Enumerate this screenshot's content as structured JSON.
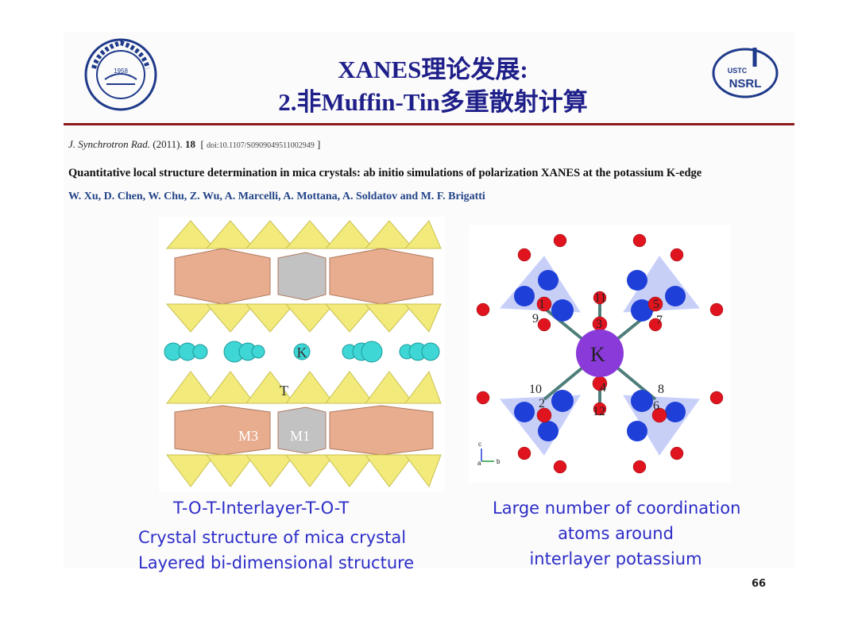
{
  "header": {
    "title_line1": "XANES理论发展:",
    "title_line2": "2.非Muffin-Tin多重散射计算",
    "logo_left_year": "1958",
    "logo_right_top": "USTC",
    "logo_right_bottom": "NSRL"
  },
  "citation": {
    "journal": "J. Synchrotron Rad.",
    "year": "(2011).",
    "volume": "18",
    "doi": "doi:10.1107/S0909049511002949"
  },
  "paper": {
    "title": "Quantitative local structure determination in mica crystals: ab initio simulations of polarization XANES at the potassium K-edge",
    "authors": "W. Xu, D. Chen, W. Chu, Z. Wu, A. Marcelli, A. Mottana, A. Soldatov and M. F. Brigatti"
  },
  "figure_left": {
    "labels": {
      "k": "K",
      "t": "T",
      "m3": "M3",
      "m1": "M1"
    },
    "colors": {
      "tetra": "#f2ea7a",
      "octa": "#e8ad8f",
      "grey": "#c2c2c2",
      "cation": "#3fd6d6"
    }
  },
  "figure_right": {
    "center_label": "K",
    "numbers": [
      "1",
      "2",
      "3",
      "4",
      "5",
      "6",
      "7",
      "8",
      "9",
      "10",
      "11",
      "12"
    ],
    "axis_c": "c",
    "axis_b": "b",
    "axis_a": "a",
    "colors": {
      "oxygen": "#e0141e",
      "silicon": "#1e3fd8",
      "potassium": "#8a3ad8",
      "bond": "#4e7e7a"
    }
  },
  "captions": {
    "left_line1": "T-O-T-Interlayer-T-O-T",
    "left_line2": "Crystal structure of mica crystal",
    "left_line3": "Layered bi-dimensional structure",
    "right_line1": "Large number of coordination",
    "right_line2": "atoms around",
    "right_line3": "interlayer potassium"
  },
  "page_number": "66"
}
